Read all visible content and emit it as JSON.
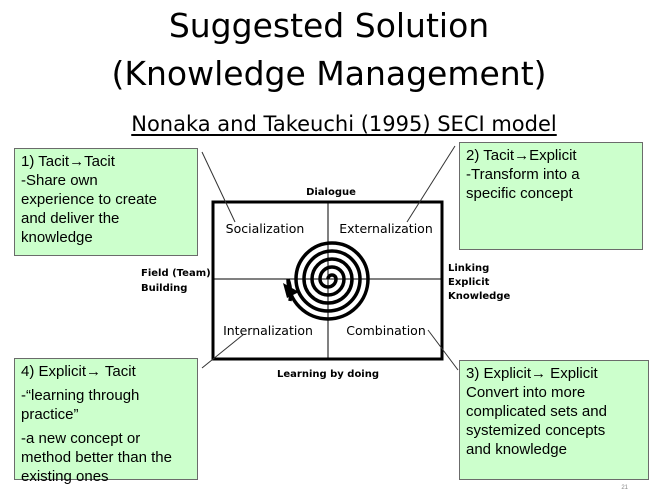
{
  "title_line1": "Suggested Solution",
  "title_line2": "(Knowledge Management)",
  "subtitle": "Nonaka and Takeuchi (1995) SECI model",
  "quadrants": {
    "top_left": "Socialization",
    "top_right": "Externalization",
    "bottom_left": "Internalization",
    "bottom_right": "Combination"
  },
  "axis_labels": {
    "top": "Dialogue",
    "left_line1": "Field (Team)",
    "left_line2": "Building",
    "right_line1": "Linking",
    "right_line2": "Explicit",
    "right_line3": "Knowledge",
    "bottom": "Learning by doing"
  },
  "boxes": {
    "tacit_tacit": {
      "heading": "1) Tacit→Tacit",
      "lines": [
        "-Share own",
        "experience to create",
        "and deliver the",
        "knowledge"
      ]
    },
    "tacit_explicit": {
      "heading": "2) Tacit→Explicit",
      "lines": [
        "-Transform into a",
        "specific concept"
      ]
    },
    "explicit_explicit": {
      "heading": "3) Explicit→ Explicit",
      "lines": [
        "Convert into more",
        "complicated sets and",
        "systemized concepts",
        "and knowledge"
      ]
    },
    "explicit_tacit": {
      "heading": "4) Explicit→ Tacit",
      "lines": [
        "-“learning through",
        "practice”",
        "-a new concept or",
        "method better than the",
        "existing ones"
      ]
    }
  },
  "page_number": "21",
  "colors": {
    "box_fill": "#ccffcc",
    "box_border": "#6b6b6b"
  }
}
